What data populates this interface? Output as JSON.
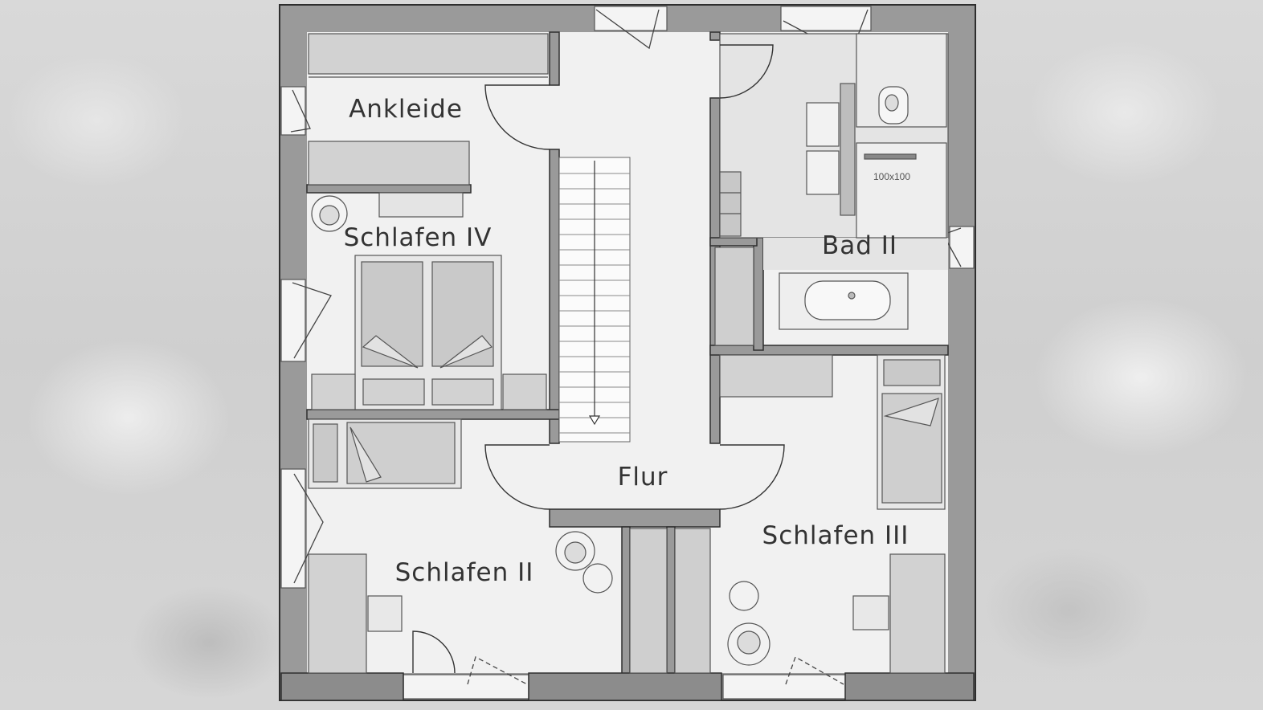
{
  "floor_plan": {
    "rooms": [
      {
        "id": "ankleide",
        "label": "Ankleide"
      },
      {
        "id": "schlafen-iv",
        "label": "Schlafen IV"
      },
      {
        "id": "bad-ii",
        "label": "Bad II"
      },
      {
        "id": "flur",
        "label": "Flur"
      },
      {
        "id": "schlafen-iii",
        "label": "Schlafen III"
      },
      {
        "id": "schlafen-ii",
        "label": "Schlafen II"
      }
    ],
    "shower_dimension": "100x100"
  },
  "colors": {
    "wall": "#9a9a9a",
    "wall_outline": "#2e2e2e",
    "floor": "#f1f1f1",
    "furniture": "#d2d2d2",
    "text": "#333333"
  }
}
